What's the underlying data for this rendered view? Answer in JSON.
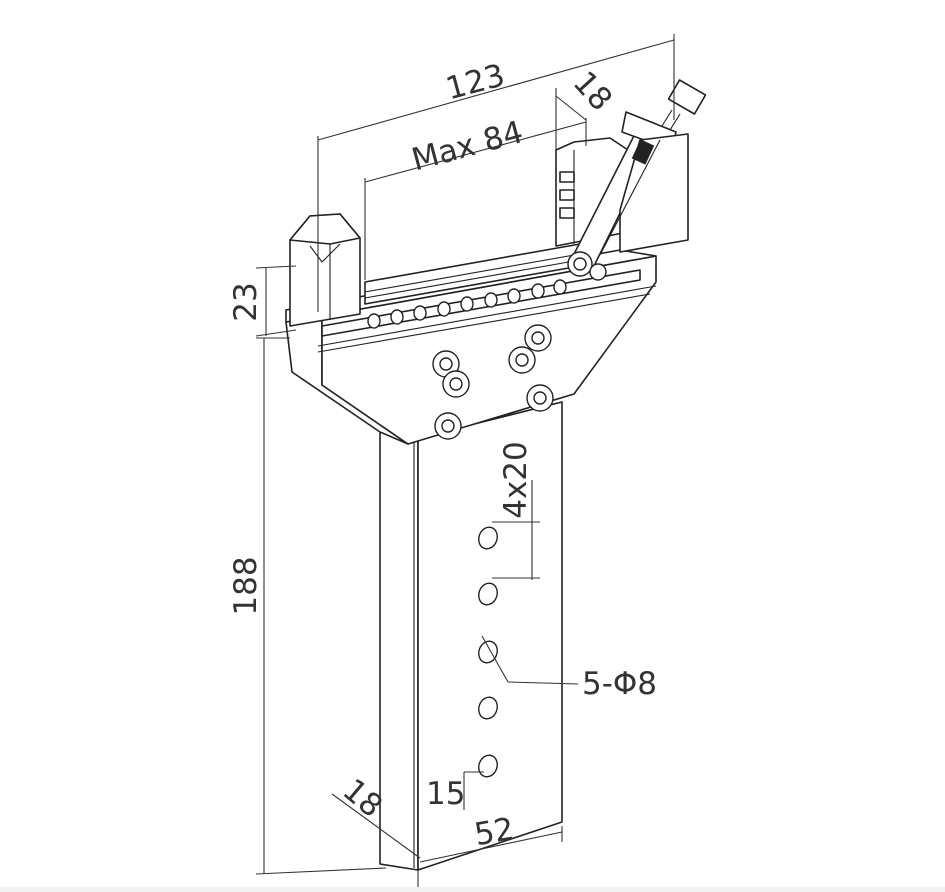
{
  "dimensions": {
    "overall_width": "123",
    "jaw_opening": "Max 84",
    "jaw_width": "18",
    "jaw_height": "23",
    "total_height": "188",
    "hole_pitch": "4x20",
    "holes": "5-Φ8",
    "bottom_offset": "15",
    "bar_thickness": "18",
    "bar_width": "52"
  },
  "colors": {
    "line": "#222222",
    "dimension": "#333333",
    "background": "#ffffff"
  }
}
